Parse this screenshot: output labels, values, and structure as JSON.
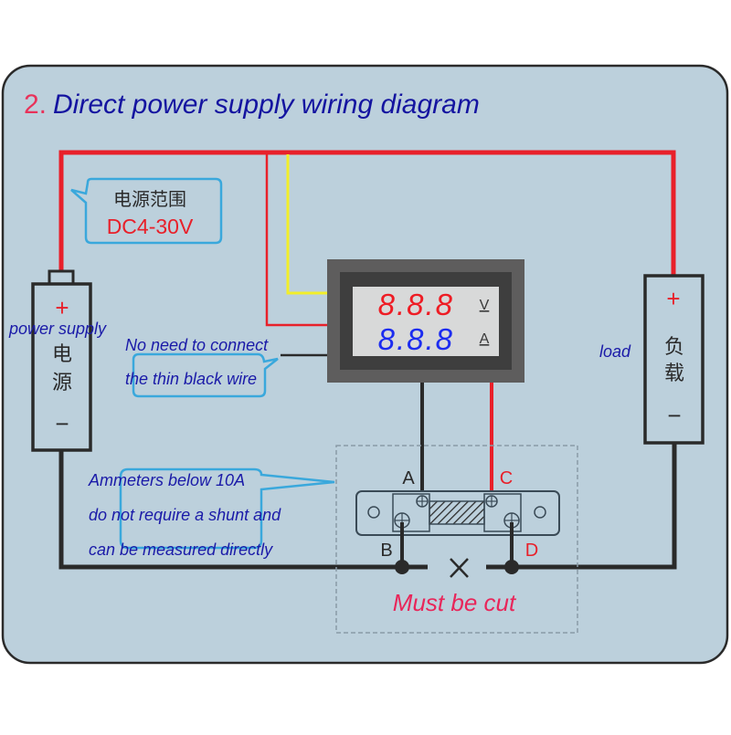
{
  "title": {
    "number": "2.",
    "text": "Direct power supply wiring diagram"
  },
  "colors": {
    "panel_bg": "#bcd0dc",
    "panel_border": "#2a2a2a",
    "wire_red": "#e8202a",
    "wire_yellow": "#f2ee2a",
    "wire_black": "#2a2a2a",
    "title_number": "#e8325a",
    "label_blue": "#1a1aa8",
    "bubble_border": "#3aa8dc",
    "voltage_digits": "#ee1c24",
    "current_digits": "#1c2cf0",
    "note_red": "#e8265a"
  },
  "voltage_range_bubble": {
    "line1": "电源范围",
    "line2": "DC4-30V"
  },
  "power_supply": {
    "plus": "+",
    "label_cn_1": "电",
    "label_cn_2": "源",
    "minus": "−",
    "label_en": "power supply"
  },
  "load": {
    "plus": "+",
    "label_cn_1": "负",
    "label_cn_2": "载",
    "minus": "−",
    "label_en": "load"
  },
  "meter": {
    "voltage_display": "8.8.8",
    "voltage_unit": "V",
    "current_display": "8.8.8",
    "current_unit": "A"
  },
  "thin_wire_note": {
    "line1": "No need to connect",
    "line2": "the thin black wire"
  },
  "ammeter_note": {
    "line1": "Ammeters below 10A",
    "line2": "do not require a shunt and",
    "line3": "can be measured directly"
  },
  "shunt": {
    "terminal_a": "A",
    "terminal_b": "B",
    "terminal_c": "C",
    "terminal_d": "D",
    "cut_mark": "×",
    "cut_note": "Must be cut"
  }
}
